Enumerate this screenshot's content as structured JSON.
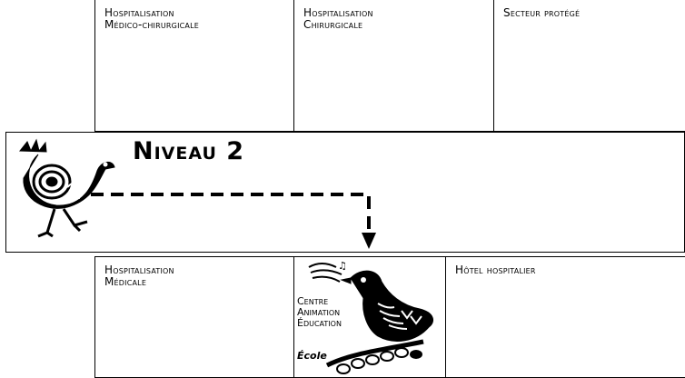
{
  "top_row": {
    "medico": {
      "line1": "Hospitalisation",
      "line2": "Médico-chirurgicale"
    },
    "chirurgicale": {
      "line1": "Hospitalisation",
      "line2": "Chirurgicale"
    },
    "protege": {
      "line1": "Secteur protégé"
    }
  },
  "level": {
    "title": "Niveau 2"
  },
  "bottom_row": {
    "medicale": {
      "line1": "Hospitalisation",
      "line2": "Médicale"
    },
    "center": {
      "line1": "Centre",
      "line2": "Animation",
      "line3": "Éducation",
      "ecole": "École"
    },
    "hotel": {
      "line1": "Hôtel hospitalier"
    }
  },
  "icons": {
    "left": "bird-illustration-icon",
    "center": "singing-bird-icon"
  },
  "colors": {
    "line": "#000000",
    "background": "#ffffff"
  }
}
